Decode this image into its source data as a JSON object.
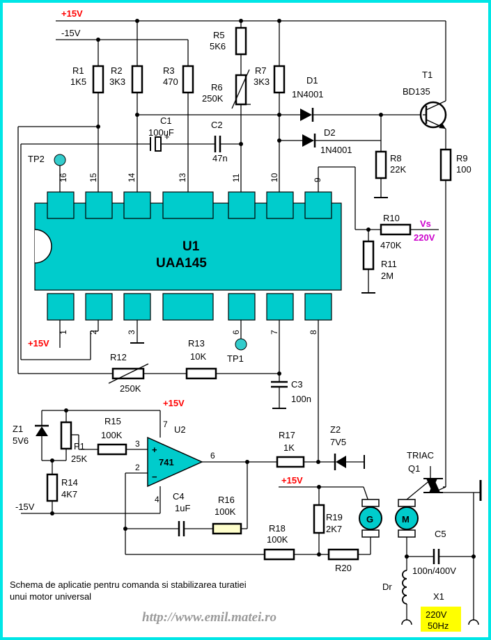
{
  "rails": {
    "plus15_top": "+15V",
    "minus15_top": "-15V",
    "plus15_left": "+15V",
    "plus15_u2": "+15V",
    "minus15_u2": "-15V",
    "plus15_gen": "+15V"
  },
  "resistors": {
    "r1": {
      "ref": "R1",
      "val": "1K5"
    },
    "r2": {
      "ref": "R2",
      "val": "3K3"
    },
    "r3": {
      "ref": "R3",
      "val": "470"
    },
    "r5": {
      "ref": "R5",
      "val": "5K6"
    },
    "r6": {
      "ref": "R6",
      "val": "250K"
    },
    "r7": {
      "ref": "R7",
      "val": "3K3"
    },
    "r8": {
      "ref": "R8",
      "val": "22K"
    },
    "r9": {
      "ref": "R9",
      "val": "100"
    },
    "r10": {
      "ref": "R10",
      "val": "470K"
    },
    "r11": {
      "ref": "R11",
      "val": "2M"
    },
    "r12": {
      "ref": "R12",
      "val": "250K"
    },
    "r13": {
      "ref": "R13",
      "val": "10K"
    },
    "r14": {
      "ref": "R14",
      "val": "4K7"
    },
    "r15": {
      "ref": "R15",
      "val": "100K"
    },
    "r16": {
      "ref": "R16",
      "val": "100K"
    },
    "r17": {
      "ref": "R17",
      "val": "1K"
    },
    "r18": {
      "ref": "R18",
      "val": "100K"
    },
    "r19": {
      "ref": "R19",
      "val": "2K7"
    },
    "r20": {
      "ref": "R20"
    }
  },
  "capacitors": {
    "c1": {
      "ref": "C1",
      "val": "100uF"
    },
    "c2": {
      "ref": "C2",
      "val": "47n"
    },
    "c3": {
      "ref": "C3",
      "val": "100n"
    },
    "c4": {
      "ref": "C4",
      "val": "1uF"
    },
    "c5": {
      "ref": "C5",
      "val": "100n/400V"
    }
  },
  "diodes": {
    "d1": {
      "ref": "D1",
      "val": "1N4001"
    },
    "d2": {
      "ref": "D2",
      "val": "1N4001"
    },
    "z1": {
      "ref": "Z1",
      "val": "5V6"
    },
    "z2": {
      "ref": "Z2",
      "val": "7V5"
    }
  },
  "transistor": {
    "ref": "T1",
    "val": "BD135"
  },
  "triac": {
    "type": "TRIAC",
    "ref": "Q1"
  },
  "u1": {
    "ref": "U1",
    "name": "UAA145",
    "pins_top": [
      "16",
      "15",
      "14",
      "13",
      "11",
      "10",
      "9"
    ],
    "pins_bottom": [
      "1",
      "2",
      "3",
      "6",
      "7",
      "8"
    ]
  },
  "u2": {
    "ref": "U2",
    "name": "741",
    "pin3": "3",
    "pin2": "2",
    "pin7": "7",
    "pin4": "4",
    "pin6": "6",
    "plus": "+",
    "minus": "−"
  },
  "pot_p1": {
    "ref": "P1",
    "val": "25K"
  },
  "testpoints": {
    "tp1": "TP1",
    "tp2": "TP2"
  },
  "vs": {
    "label": "Vs",
    "voltage": "220V"
  },
  "generator": "G",
  "motor": "M",
  "choke": "Dr",
  "mains": {
    "ref": "X1",
    "line1": "220V",
    "line2": "50Hz"
  },
  "caption": {
    "line1": "Schema de aplicatie pentru comanda si stabilizarea turatiei",
    "line2": "unui motor universal"
  },
  "website": "http://www.emil.matei.ro",
  "colors": {
    "ic_fill": "#00cccc",
    "frame": "#00e6e6",
    "rail_plus": "#ff0000",
    "rail_minus": "#0000cc",
    "vs": "#cc00cc",
    "mains_bg": "#ffff00",
    "testpoint": "#33cccc"
  }
}
